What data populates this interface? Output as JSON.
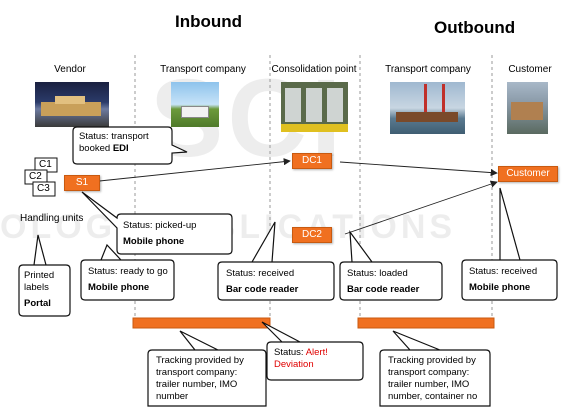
{
  "headings": {
    "inbound": "Inbound",
    "outbound": "Outbound"
  },
  "columns": [
    "Vendor",
    "Transport company",
    "Consolidation point",
    "Transport company",
    "Customer"
  ],
  "units": {
    "c1": "C1",
    "c2": "C2",
    "c3": "C3"
  },
  "handling_units_label": "Handling units",
  "nodes": {
    "s1": "S1",
    "dc1": "DC1",
    "dc2": "DC2",
    "customer": "Customer"
  },
  "callouts": {
    "transport_booked": {
      "line1": "Status: transport",
      "line2": "booked",
      "bold": "EDI"
    },
    "picked_up": {
      "line1": "Status: picked-up",
      "bold": "Mobile phone"
    },
    "ready_to_go": {
      "line1": "Status: ready to go",
      "bold": "Mobile phone"
    },
    "printed_labels": {
      "line1": "Printed",
      "line2": "labels",
      "bold": "Portal"
    },
    "received_cp": {
      "line1": "Status: received",
      "bold": "Bar code reader"
    },
    "loaded": {
      "line1": "Status: loaded",
      "bold": "Bar code reader"
    },
    "received_customer": {
      "line1": "Status: received",
      "bold": "Mobile phone"
    },
    "alert": {
      "line1": "Status:",
      "red1": "Alert!",
      "red2": "Deviation"
    },
    "tracking_inbound": {
      "line1": "Tracking provided by",
      "line2": "transport company:",
      "line3": "trailer number, IMO",
      "line4": "number"
    },
    "tracking_outbound": {
      "line1": "Tracking provided by",
      "line2": "transport company:",
      "line3": "trailer number, IMO",
      "line4": "number, container no"
    }
  },
  "colors": {
    "orange": "#f07020",
    "grid": "#9a9a9a",
    "alert": "#e00000"
  },
  "icons": [
    "vendor-building-photo",
    "truck-photo",
    "loading-dock-photo",
    "container-ship-photo",
    "port-photo"
  ]
}
